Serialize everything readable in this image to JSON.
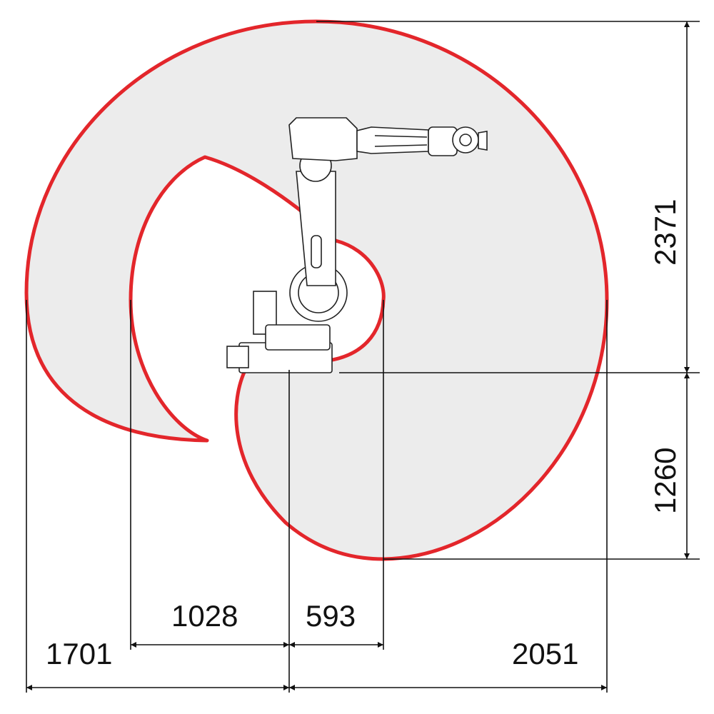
{
  "diagram": {
    "envelope_color": "#e3262b",
    "envelope_fill": "#ececec",
    "line_color": "#111111",
    "dimensions": {
      "reach_left": "1701",
      "inner_left": "1028",
      "inner_right": "593",
      "reach_right": "2051",
      "height_up": "2371",
      "depth_down": "1260"
    }
  }
}
